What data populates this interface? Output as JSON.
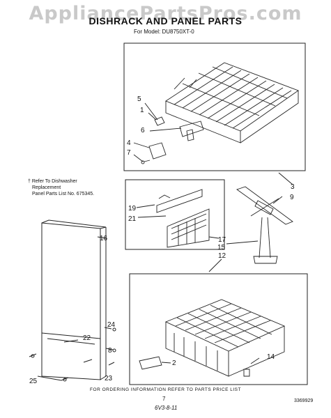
{
  "watermark": "AppliancePartsPros.com",
  "title": "DISHRACK AND PANEL PARTS",
  "model": "For Model: DU8750XT-0",
  "note": [
    "† Refer To Dishwasher",
    "Replacement",
    "Panel Parts List No. 675345."
  ],
  "callouts": [
    {
      "id": "5",
      "text": "5"
    },
    {
      "id": "1",
      "text": "1"
    },
    {
      "id": "6",
      "text": "6"
    },
    {
      "id": "4",
      "text": "4"
    },
    {
      "id": "7",
      "text": "7"
    },
    {
      "id": "3",
      "text": "3"
    },
    {
      "id": "9",
      "text": "9"
    },
    {
      "id": "19",
      "text": "19"
    },
    {
      "id": "21",
      "text": "21"
    },
    {
      "id": "17",
      "text": "17"
    },
    {
      "id": "15",
      "text": "15"
    },
    {
      "id": "12",
      "text": "12"
    },
    {
      "id": "16",
      "text": "16"
    },
    {
      "id": "24",
      "text": "24"
    },
    {
      "id": "22",
      "text": "22"
    },
    {
      "id": "8",
      "text": "8"
    },
    {
      "id": "25",
      "text": "25"
    },
    {
      "id": "23",
      "text": "23"
    },
    {
      "id": "2",
      "text": "2"
    },
    {
      "id": "14",
      "text": "14"
    }
  ],
  "footer": {
    "ordering": "FOR ORDERING INFORMATION REFER TO PARTS PRICE LIST",
    "page": "7",
    "handwritten": "6V3-8-11",
    "doc_number": "3369929"
  }
}
